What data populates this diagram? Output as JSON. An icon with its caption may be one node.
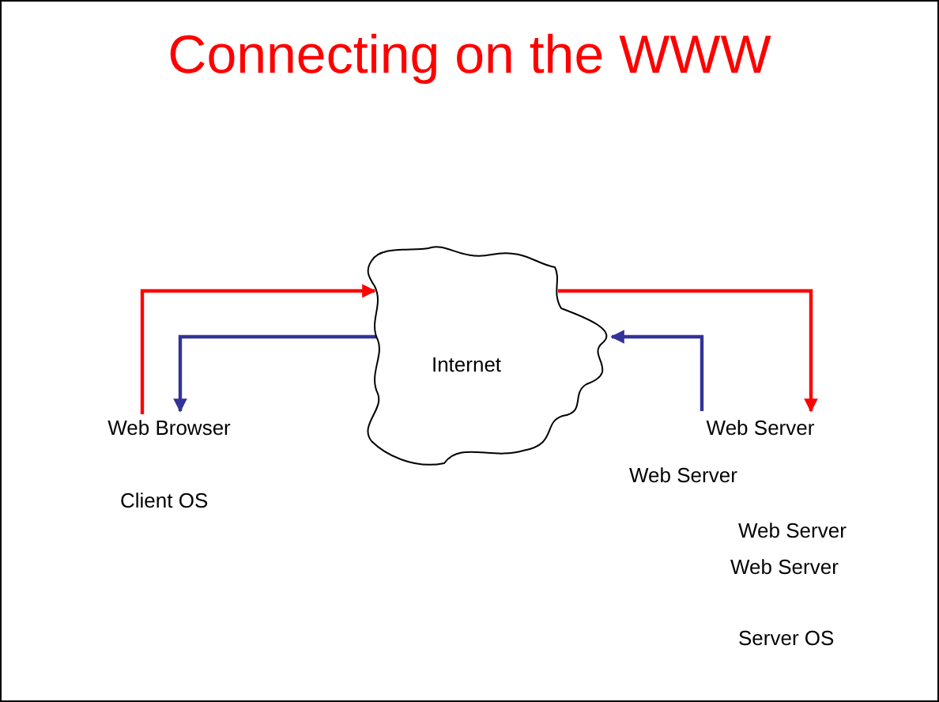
{
  "diagram": {
    "title": "Connecting on the WWW",
    "nodes": [
      {
        "text": [
          "Web Browser"
        ]
      },
      {
        "text": [
          "Internet"
        ]
      },
      {
        "text": [
          "Web Server"
        ]
      }
    ],
    "edges": [
      {
        "from": 0,
        "to": 1,
        "arrow": "to",
        "color": "#ff0000"
      },
      {
        "from": 1,
        "to": 0,
        "arrow": "to",
        "color": "#333399"
      },
      {
        "from": 1,
        "to": 2,
        "arrow": "to",
        "color": "#ff0000"
      },
      {
        "from": 2,
        "to": 1,
        "arrow": "to",
        "color": "#333399"
      }
    ],
    "labels": [
      "Client OS",
      "Web Server",
      "Web Server",
      "Web Server",
      "Server OS"
    ]
  }
}
